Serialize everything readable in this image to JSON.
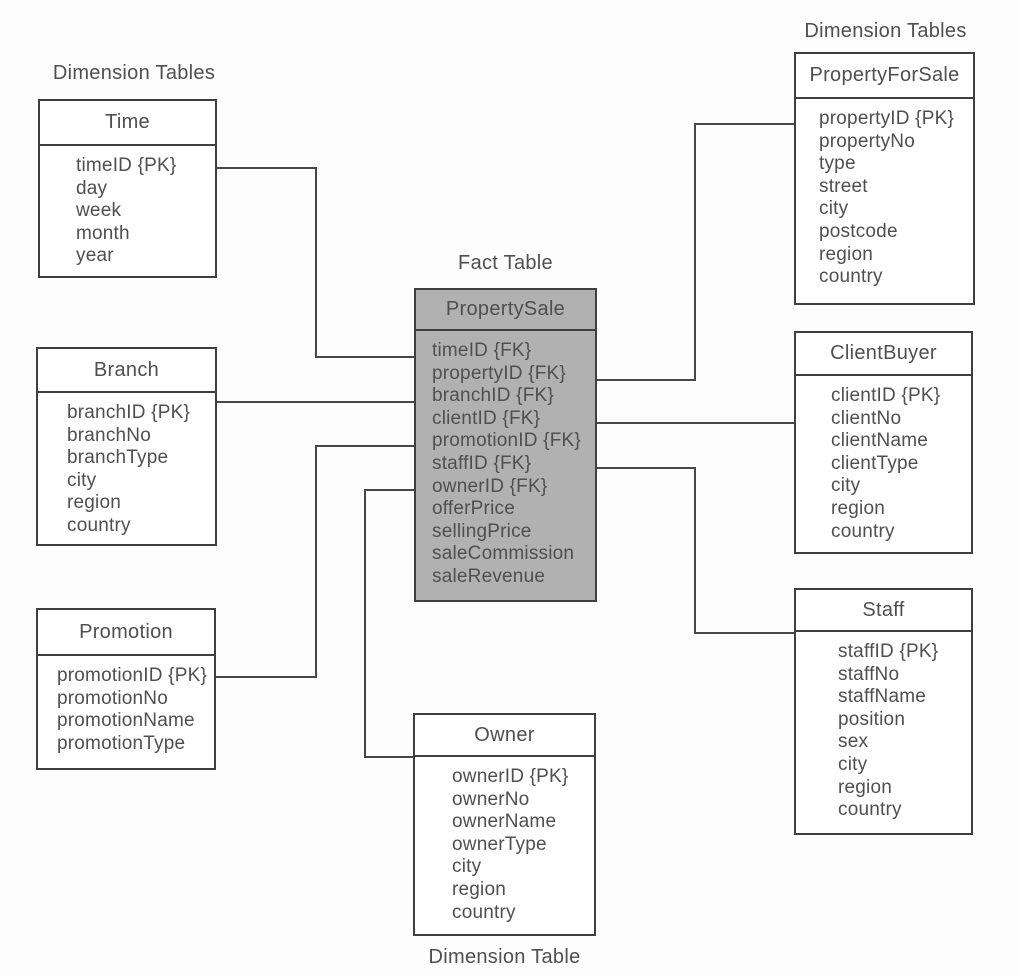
{
  "diagram": {
    "labels": {
      "top_left": "Dimension Tables",
      "top_right": "Dimension Tables",
      "fact": "Fact Table",
      "bottom": "Dimension Table"
    },
    "colors": {
      "border": "#3f3f3f",
      "text": "#4f4f4f",
      "fact_fill": "#b1b1b1",
      "dimension_fill": "#ffffff",
      "connector": "#474747",
      "background": "#fdfdfd"
    },
    "tables": [
      {
        "id": "time",
        "name": "Time",
        "type": "dimension",
        "attributes": [
          "timeID {PK}",
          "day",
          "week",
          "month",
          "year"
        ]
      },
      {
        "id": "branch",
        "name": "Branch",
        "type": "dimension",
        "attributes": [
          "branchID {PK}",
          "branchNo",
          "branchType",
          "city",
          "region",
          "country"
        ]
      },
      {
        "id": "promotion",
        "name": "Promotion",
        "type": "dimension",
        "attributes": [
          "promotionID {PK}",
          "promotionNo",
          "promotionName",
          "promotionType"
        ]
      },
      {
        "id": "fact",
        "name": "PropertySale",
        "type": "fact",
        "attributes": [
          "timeID {FK}",
          "propertyID {FK}",
          "branchID {FK}",
          "clientID {FK}",
          "promotionID {FK}",
          "staffID {FK}",
          "ownerID {FK}",
          "offerPrice",
          "sellingPrice",
          "saleCommission",
          "saleRevenue"
        ]
      },
      {
        "id": "property-for-sale",
        "name": "PropertyForSale",
        "type": "dimension",
        "attributes": [
          "propertyID {PK}",
          "propertyNo",
          "type",
          "street",
          "city",
          "postcode",
          "region",
          "country"
        ]
      },
      {
        "id": "client-buyer",
        "name": "ClientBuyer",
        "type": "dimension",
        "attributes": [
          "clientID {PK}",
          "clientNo",
          "clientName",
          "clientType",
          "city",
          "region",
          "country"
        ]
      },
      {
        "id": "staff",
        "name": "Staff",
        "type": "dimension",
        "attributes": [
          "staffID {PK}",
          "staffNo",
          "staffName",
          "position",
          "sex",
          "city",
          "region",
          "country"
        ]
      },
      {
        "id": "owner",
        "name": "Owner",
        "type": "dimension",
        "attributes": [
          "ownerID {PK}",
          "ownerNo",
          "ownerName",
          "ownerType",
          "city",
          "region",
          "country"
        ]
      }
    ],
    "relationships": [
      {
        "from": "Time.timeID",
        "to": "PropertySale.timeID"
      },
      {
        "from": "Branch.branchID",
        "to": "PropertySale.branchID"
      },
      {
        "from": "Promotion.promotionID",
        "to": "PropertySale.promotionID"
      },
      {
        "from": "Owner.ownerID",
        "to": "PropertySale.ownerID"
      },
      {
        "from": "PropertyForSale.propertyID",
        "to": "PropertySale.propertyID"
      },
      {
        "from": "ClientBuyer.clientID",
        "to": "PropertySale.clientID"
      },
      {
        "from": "Staff.staffID",
        "to": "PropertySale.staffID"
      }
    ]
  }
}
